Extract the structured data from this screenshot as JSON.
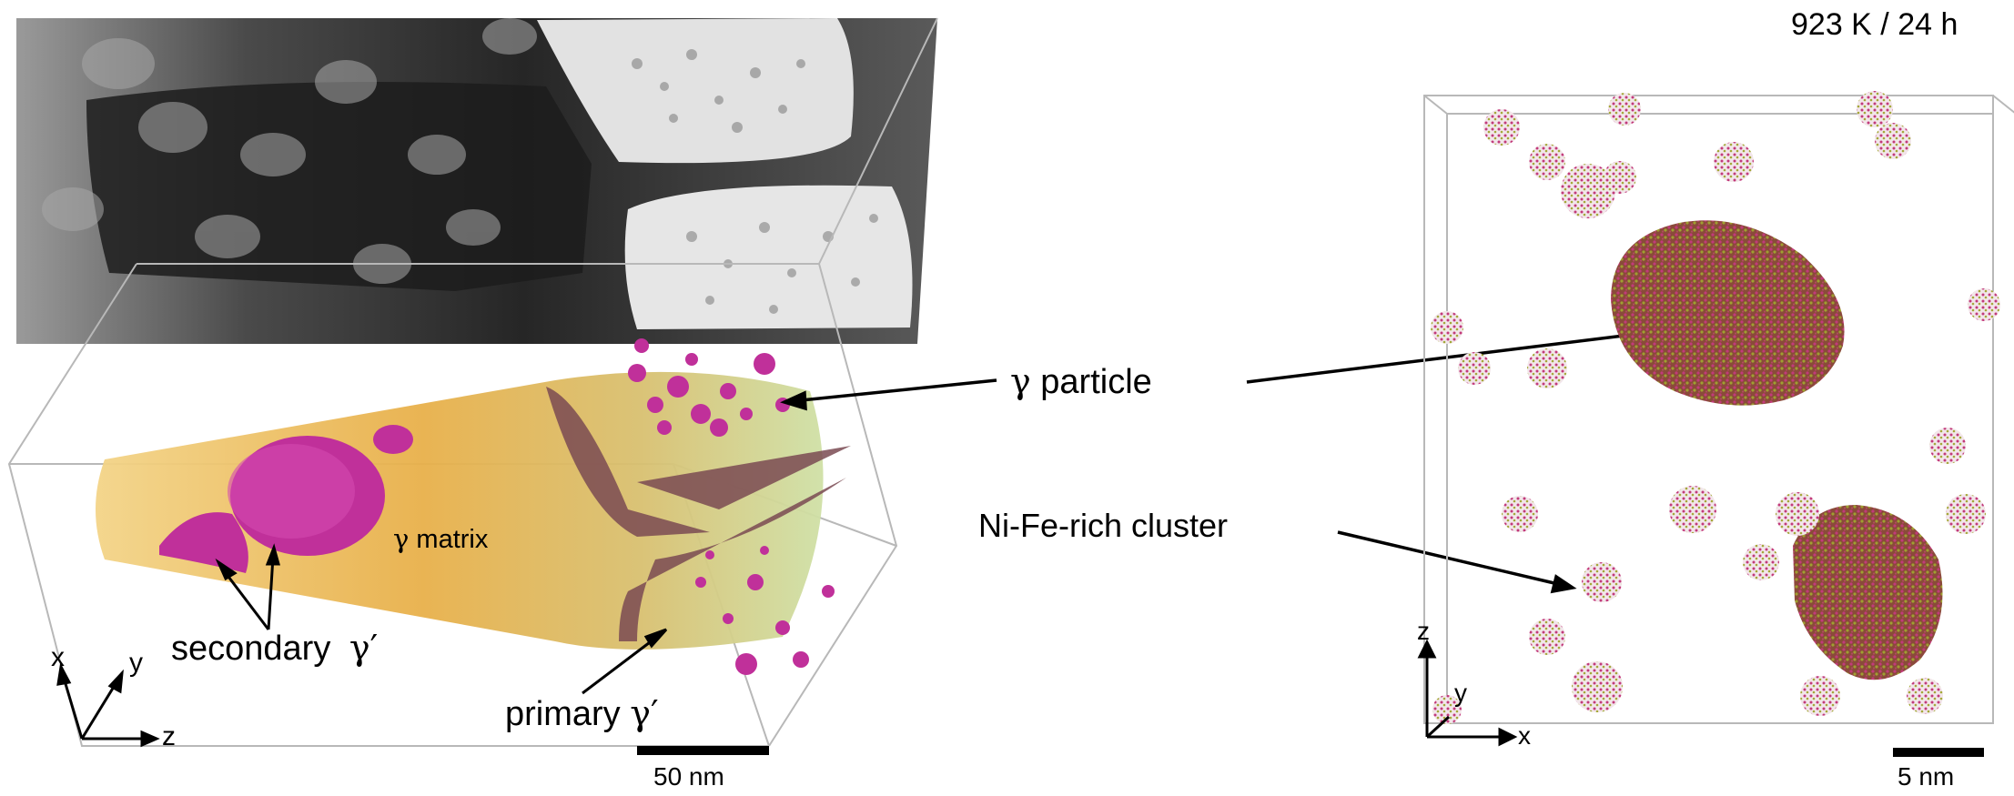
{
  "condition_label": "923 K / 24 h",
  "labels": {
    "gamma_particle": {
      "symbol": "γ",
      "text": "particle"
    },
    "cluster": "Ni-Fe-rich cluster",
    "gamma_matrix": {
      "symbol": "γ",
      "text": "matrix"
    },
    "secondary": {
      "text": "secondary",
      "symbol": "γ′"
    },
    "primary": {
      "text": "primary",
      "symbol": "γ′"
    }
  },
  "left_panel": {
    "axes": {
      "x": "x",
      "y": "y",
      "z": "z"
    },
    "scale_bar": "50 nm"
  },
  "right_panel": {
    "axes": {
      "x": "x",
      "y": "y",
      "z": "z"
    },
    "scale_bar": "5 nm"
  },
  "colors": {
    "matrix": "#e8b04a",
    "matrix_edge": "#c8d690",
    "precipitate": "#c0309a",
    "primary_shell": "#7a4a52",
    "particle_core": "#8a4a3a",
    "particle_dot_a": "#c23a7a",
    "particle_dot_b": "#9fa030",
    "frame": "#b8b8b8"
  }
}
